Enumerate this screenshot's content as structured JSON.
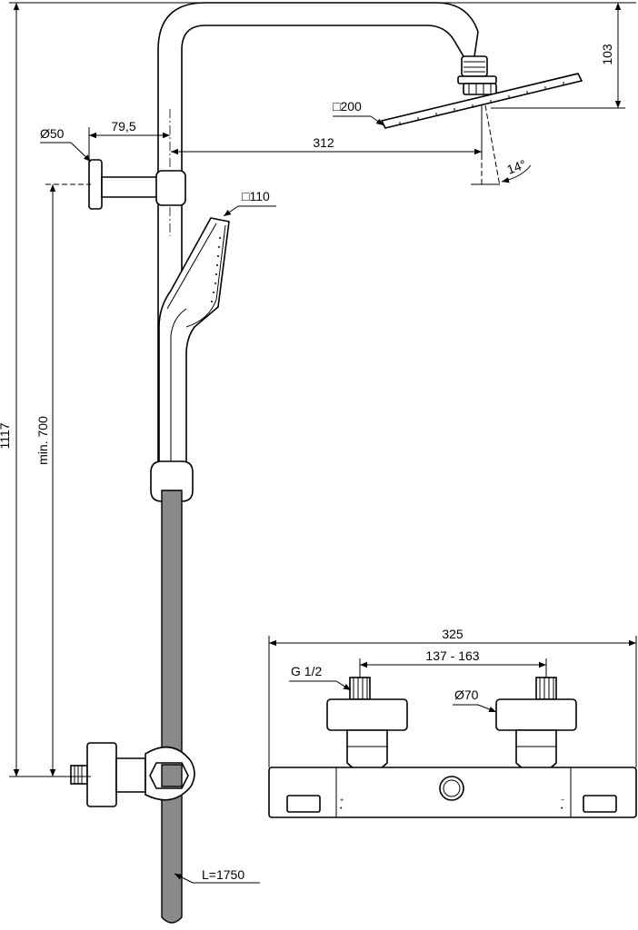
{
  "dimensions": {
    "total_height": "1117",
    "min_height": "min. 700",
    "head_drop": "103",
    "head_size": "□200",
    "arm_reach": "312",
    "bracket_offset": "79,5",
    "bracket_diameter": "Ø50",
    "hand_shower_size": "□110",
    "head_tilt": "14°",
    "hose_length": "L=1750",
    "mixer_width": "325",
    "inlet_centres": "137 - 163",
    "inlet_thread": "G 1/2",
    "escutcheon_diameter": "Ø70"
  }
}
